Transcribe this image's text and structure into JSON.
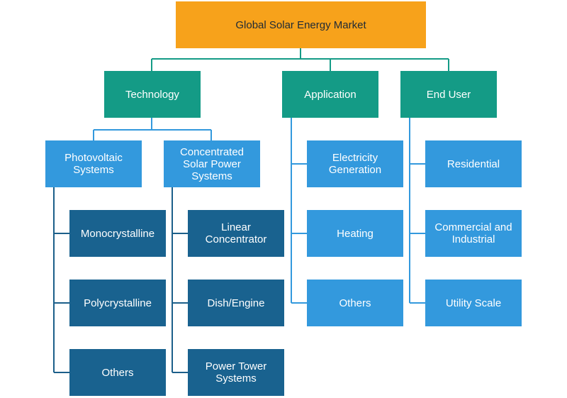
{
  "diagram": {
    "root": {
      "label": "Global Solar Energy Market"
    },
    "categories": {
      "technology": {
        "label": "Technology"
      },
      "application": {
        "label": "Application"
      },
      "end_user": {
        "label": "End User"
      }
    },
    "technology": {
      "photovoltaic": {
        "label": "Photovoltaic\nSystems",
        "children": [
          "Monocrystalline",
          "Polycrystalline",
          "Others"
        ]
      },
      "csp": {
        "label": "Concentrated\nSolar Power\nSystems",
        "children": [
          "Linear\nConcentrator",
          "Dish/Engine",
          "Power Tower\nSystems"
        ]
      }
    },
    "application": {
      "children": [
        "Electricity\nGeneration",
        "Heating",
        "Others"
      ]
    },
    "end_user": {
      "children": [
        "Residential",
        "Commercial and\nIndustrial",
        "Utility Scale"
      ]
    },
    "colors": {
      "root": "#f7a21b",
      "category": "#149b86",
      "segment": "#3399dd",
      "subsegment": "#19628f",
      "connector_top": "#149b86",
      "connector_mid": "#3399dd",
      "connector_low": "#1c5f8a"
    }
  }
}
